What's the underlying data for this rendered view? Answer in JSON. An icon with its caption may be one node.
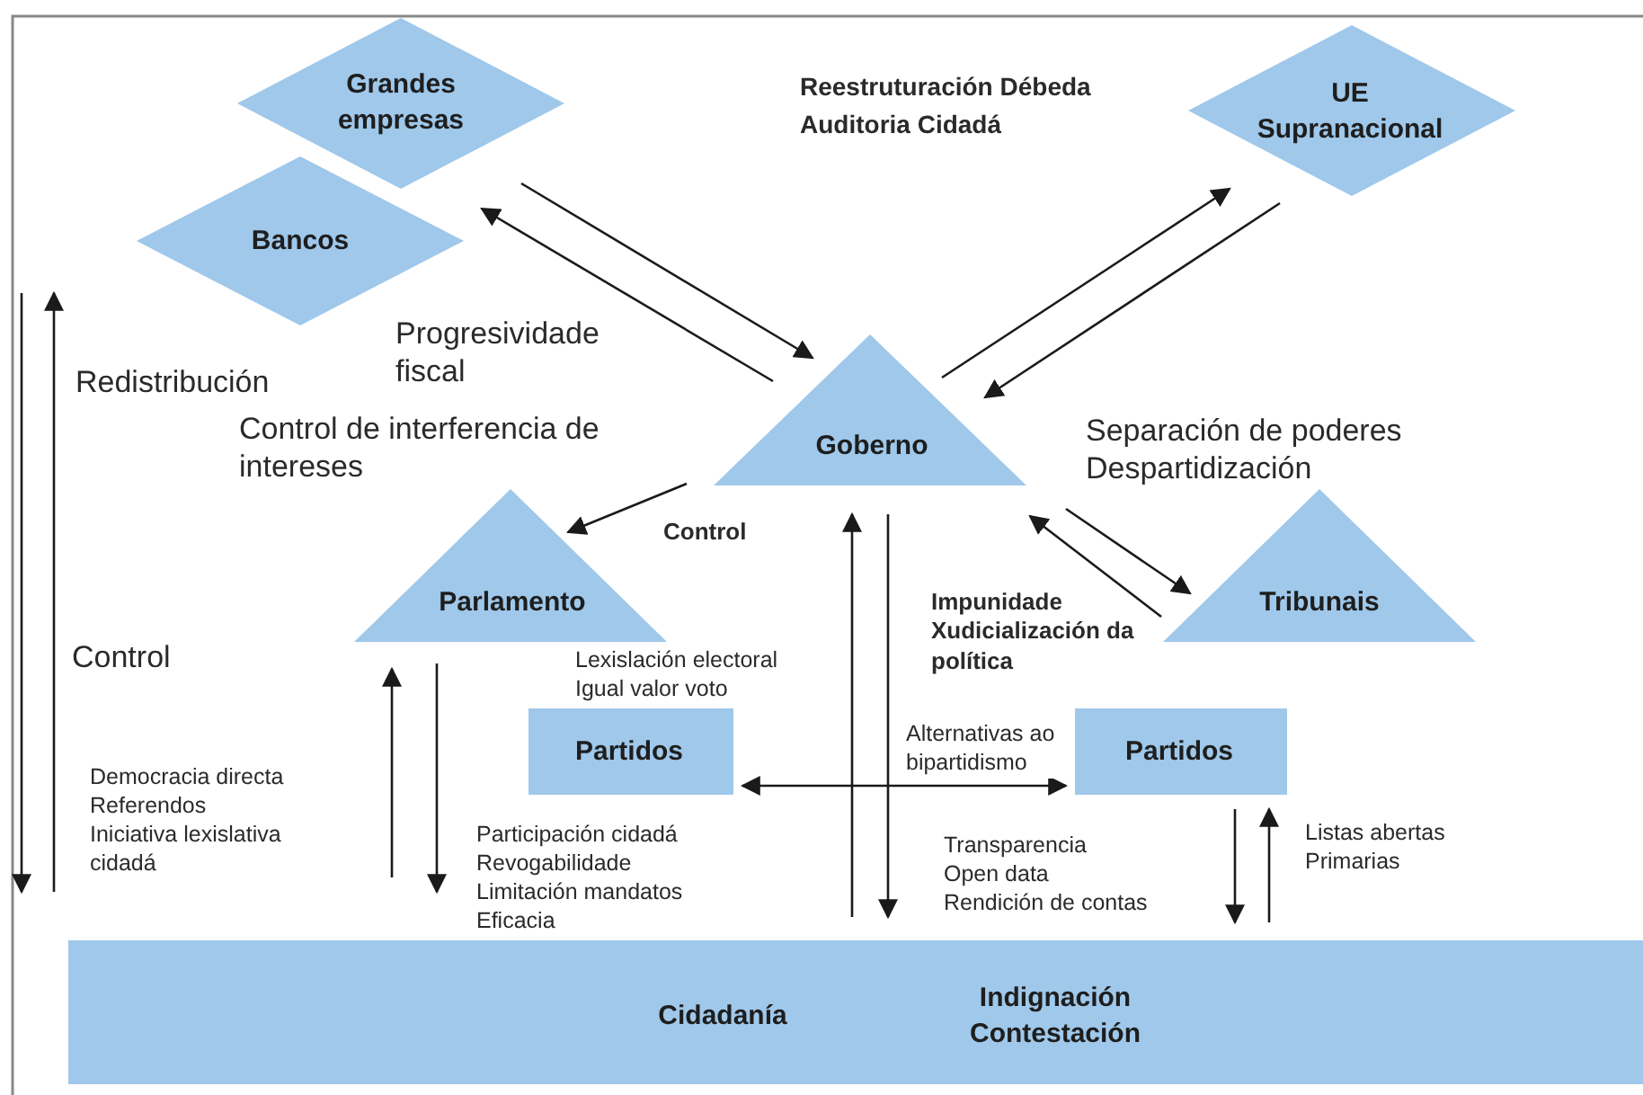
{
  "diagram": {
    "nodes": [
      {
        "text": [
          "Grandes empresas"
        ]
      },
      {
        "text": [
          "Bancos"
        ]
      },
      {
        "text": [
          "UE Supranacional"
        ]
      },
      {
        "text": [
          "Goberno"
        ]
      },
      {
        "text": [
          "Parlamento"
        ]
      },
      {
        "text": [
          "Tribunais"
        ]
      },
      {
        "text": [
          "Partidos"
        ]
      },
      {
        "text": [
          "Partidos"
        ]
      },
      {
        "text": [
          "Cidadanía",
          "Indignación Contestación"
        ]
      }
    ],
    "edges": [
      {
        "from": 0,
        "to": 3,
        "arrow": "to"
      },
      {
        "from": 3,
        "to": 1,
        "arrow": "to"
      },
      {
        "from": 3,
        "to": 2,
        "arrow": "to"
      },
      {
        "from": 2,
        "to": 3,
        "arrow": "to"
      },
      {
        "from": 3,
        "to": 4,
        "arrow": "to",
        "label": "Control"
      },
      {
        "from": 5,
        "to": 3,
        "arrow": "to"
      },
      {
        "from": 3,
        "to": 5,
        "arrow": "to"
      },
      {
        "from": 8,
        "to": 4,
        "arrow": "to"
      },
      {
        "from": 4,
        "to": 8,
        "arrow": "to"
      },
      {
        "from": 8,
        "to": 3,
        "arrow": "to"
      },
      {
        "from": 3,
        "to": 8,
        "arrow": "to"
      },
      {
        "from": 6,
        "to": 7,
        "arrow": "both",
        "label": "Alternativas ao bipartidismo"
      },
      {
        "from": 7,
        "to": 8,
        "arrow": "to"
      },
      {
        "from": 8,
        "to": 7,
        "arrow": "to"
      }
    ],
    "labels": [
      "Reestruturación Débeda",
      "Auditoria Cidadá",
      "Progresividade fiscal",
      "Redistribución",
      "Control de interferencia de intereses",
      "Separación de poderes",
      "Despartidización",
      "Control",
      "Impunidade",
      "Xudicialización da política",
      "Lexislación electoral",
      "Igual valor voto",
      "Democracia directa",
      "Referendos",
      "Iniciativa lexislativa cidadá",
      "Participación cidadá",
      "Revogabilidade",
      "Limitación mandatos",
      "Eficacia",
      "Transparencia",
      "Open data",
      "Rendición de contas",
      "Listas abertas",
      "Primarias"
    ]
  }
}
